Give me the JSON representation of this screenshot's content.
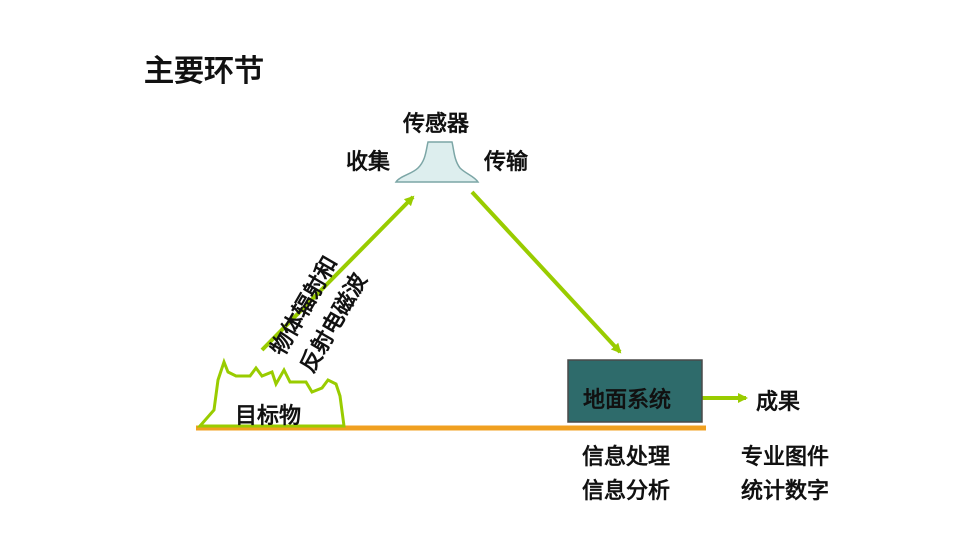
{
  "title": "主要环节",
  "sensor": {
    "label": "传感器"
  },
  "collect_label": "收集",
  "transmit_label": "传输",
  "radiation": {
    "line1": "物体辐射和",
    "line2": "反射电磁波"
  },
  "target": {
    "label": "目标物"
  },
  "ground_system": {
    "label": "地面系统"
  },
  "result": {
    "label": "成果"
  },
  "processing": {
    "line1": "信息处理",
    "line2": "信息分析"
  },
  "products": {
    "line1": "专业图件",
    "line2": "统计数字"
  },
  "colors": {
    "arrow": "#99CC00",
    "ground_line": "#F0A020",
    "ground_box": "#2E6B6B",
    "sensor_fill": "#DDEEEE",
    "target_fill": "#FFFFFF",
    "text": "#111111"
  }
}
